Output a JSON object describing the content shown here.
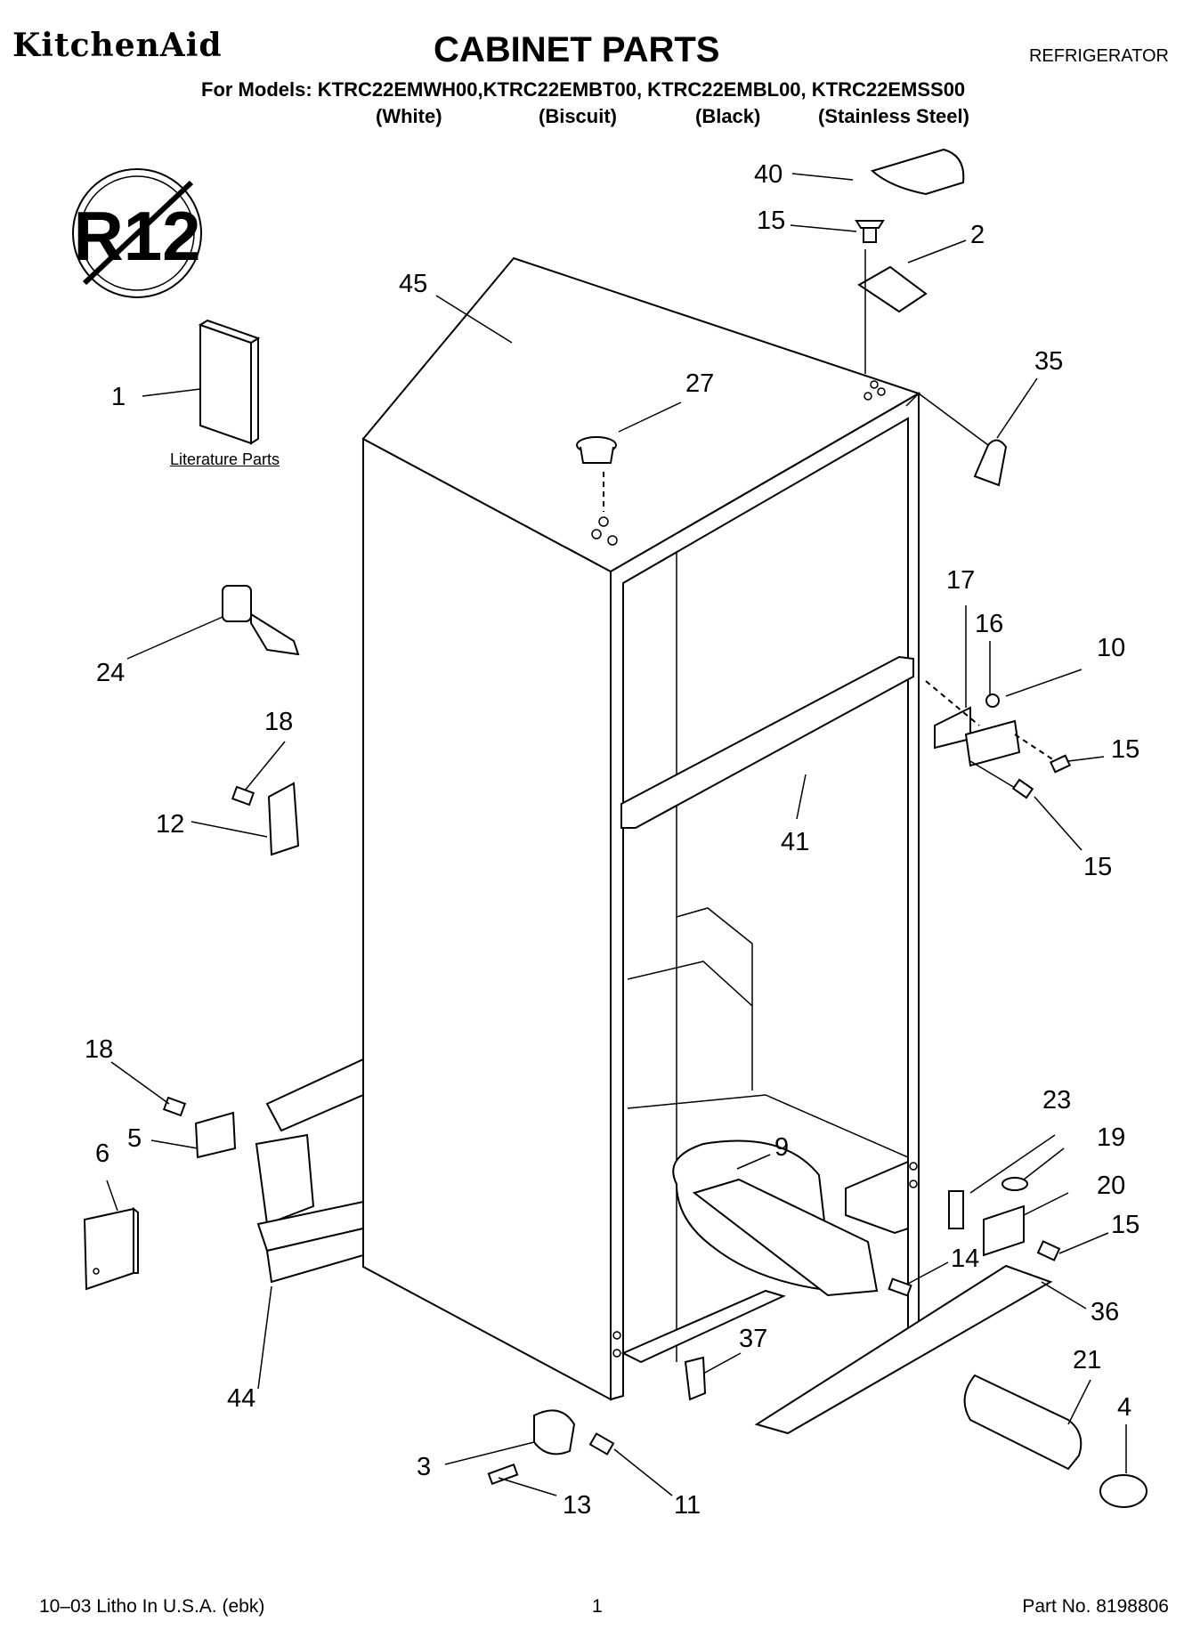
{
  "header": {
    "brand": "KitchenAid",
    "title": "CABINET PARTS",
    "doc_type": "REFRIGERATOR",
    "models_line": "For Models: KTRC22EMWH00,KTRC22EMBT00, KTRC22EMBL00, KTRC22EMSS00",
    "finishes": [
      "(White)",
      "(Biscuit)",
      "(Black)",
      "(Stainless Steel)"
    ]
  },
  "badge": {
    "text": "R12"
  },
  "literature_label": "Literature Parts",
  "callouts": [
    "40",
    "15",
    "2",
    "45",
    "35",
    "27",
    "1",
    "17",
    "16",
    "10",
    "24",
    "15",
    "18",
    "15",
    "12",
    "41",
    "18",
    "23",
    "19",
    "5",
    "9",
    "20",
    "6",
    "15",
    "14",
    "36",
    "37",
    "21",
    "44",
    "4",
    "3",
    "13",
    "11"
  ],
  "footer": {
    "litho": "10–03 Litho In U.S.A. (ebk)",
    "page": "1",
    "part_no": "Part No. 8198806"
  }
}
